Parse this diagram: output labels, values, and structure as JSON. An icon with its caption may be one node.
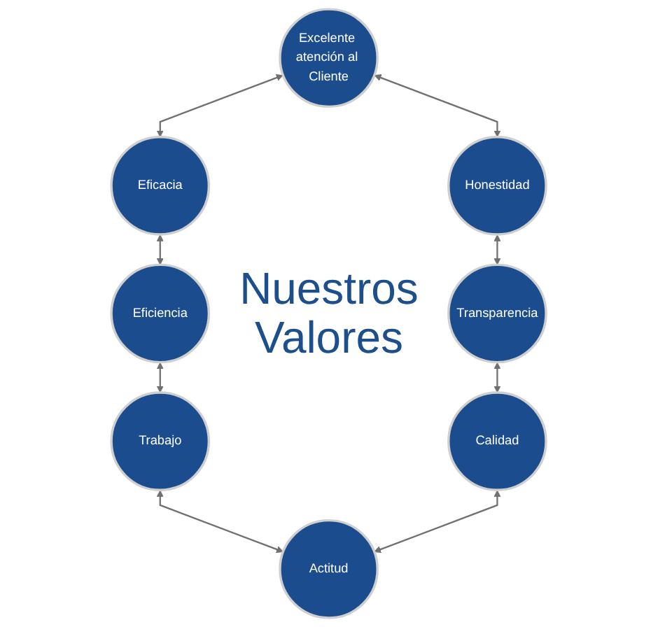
{
  "diagram": {
    "title": "Nuestros Valores",
    "nodes": [
      {
        "text": [
          "Excelente atención al Cliente"
        ]
      },
      {
        "text": [
          "Honestidad"
        ]
      },
      {
        "text": [
          "Transparencia"
        ]
      },
      {
        "text": [
          "Calidad"
        ]
      },
      {
        "text": [
          "Actitud"
        ]
      },
      {
        "text": [
          "Trabajo"
        ]
      },
      {
        "text": [
          "Eficiencia"
        ]
      },
      {
        "text": [
          "Eficacia"
        ]
      }
    ],
    "edges": [
      {
        "from": 0,
        "to": 7,
        "arrow": "both"
      },
      {
        "from": 7,
        "to": 6,
        "arrow": "both"
      },
      {
        "from": 6,
        "to": 5,
        "arrow": "both"
      },
      {
        "from": 5,
        "to": 4,
        "arrow": "both"
      },
      {
        "from": 0,
        "to": 1,
        "arrow": "both"
      },
      {
        "from": 1,
        "to": 2,
        "arrow": "both"
      },
      {
        "from": 2,
        "to": 3,
        "arrow": "both"
      },
      {
        "from": 3,
        "to": 4,
        "arrow": "both"
      }
    ]
  }
}
